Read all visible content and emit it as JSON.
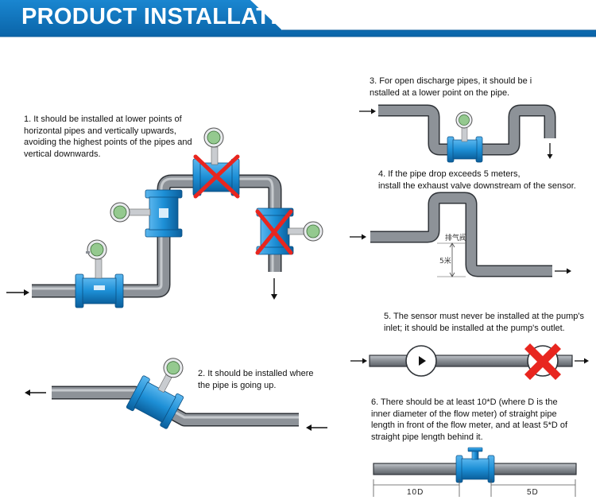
{
  "banner": {
    "title": "PRODUCT INSTALLATION"
  },
  "notes": {
    "n1": "1. It should be installed at lower points of\nhorizontal pipes and vertically upwards,\navoiding the highest points of the pipes and\nvertical downwards.",
    "n2": "2. It should be installed where\nthe pipe is going up.",
    "n3": "3. For open discharge pipes, it should be i\nnstalled at a lower point on the pipe.",
    "n4": "4. If the pipe drop exceeds 5 meters,\ninstall the exhaust valve downstream of the sensor.",
    "n5": "5. The sensor must never be installed at the pump's\ninlet; it should be installed at the pump's outlet.",
    "n6": "6. There should be at least 10*D (where D is the\ninner diameter of the flow meter) of straight pipe\nlength in front of the flow meter, and at least 5*D of\nstraight pipe length behind it."
  },
  "labels": {
    "exhaust_valve": "排气阀",
    "height": "5米",
    "upstream": "10D",
    "downstream": "5D"
  },
  "colors": {
    "banner": "#0a6fb5",
    "pipe": "#8a8f96",
    "pipe_edge": "#2f3338",
    "meter": "#1d8fd6",
    "reject": "#e8261f"
  },
  "icons": [
    "arrow-right-icon",
    "arrow-left-icon",
    "arrow-down-icon",
    "reject-x-icon",
    "pump-icon",
    "flow-meter-icon"
  ]
}
